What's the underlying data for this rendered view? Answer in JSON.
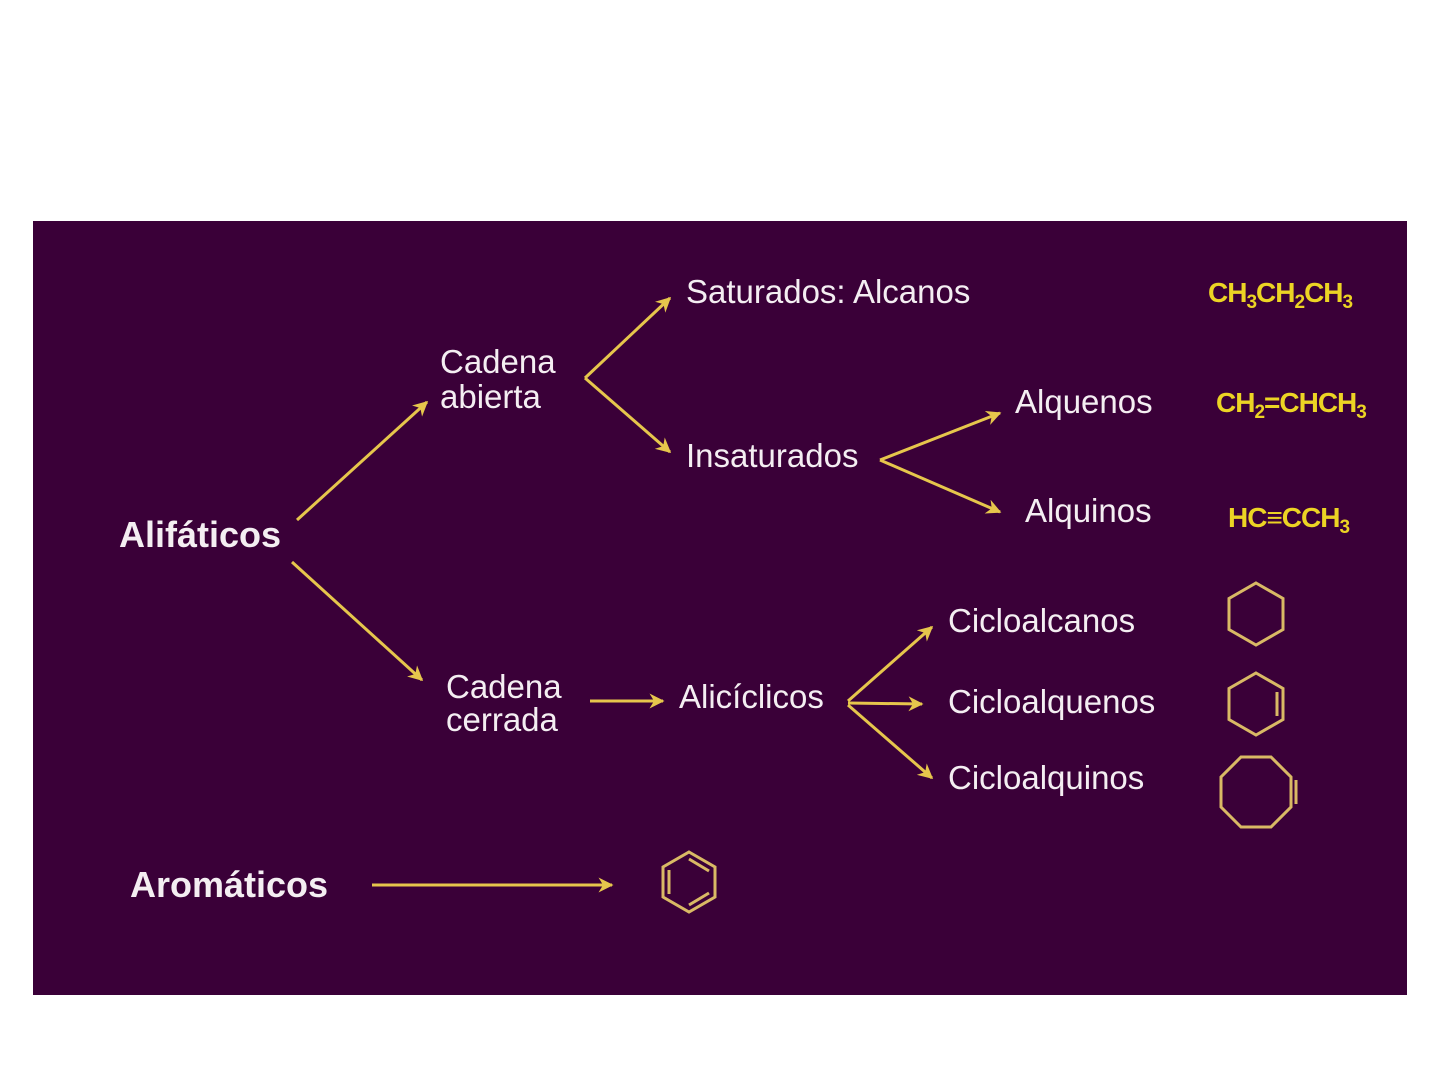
{
  "colors": {
    "background": "#3a0038",
    "text": "#f4eef2",
    "formula": "#ecd424",
    "arrow": "#e6c64c",
    "ring": "#d9b965"
  },
  "nodes": {
    "aliphatic": "Alifáticos",
    "open_chain_1": "Cadena",
    "open_chain_2": "abierta",
    "saturated": "Saturados: Alcanos",
    "unsaturated": "Insaturados",
    "alkenes": "Alquenos",
    "alkynes": "Alquinos",
    "closed_chain_1": "Cadena",
    "closed_chain_2": "cerrada",
    "alicyclic": "Alicíclicos",
    "cycloalkanes": "Cicloalcanos",
    "cycloalkenes": "Cicloalquenos",
    "cycloalkynes": "Cicloalquinos",
    "aromatic": "Aromáticos"
  },
  "formulas": {
    "propane": [
      "CH",
      "3",
      "CH",
      "2",
      "CH",
      "3"
    ],
    "propene": [
      "CH",
      "2",
      "=CHCH",
      "3"
    ],
    "propyne": [
      "HC≡CCH",
      "3"
    ]
  },
  "structures": [
    "cyclohexane-icon",
    "cyclohexene-icon",
    "cyclooctyne-icon",
    "benzene-icon"
  ]
}
